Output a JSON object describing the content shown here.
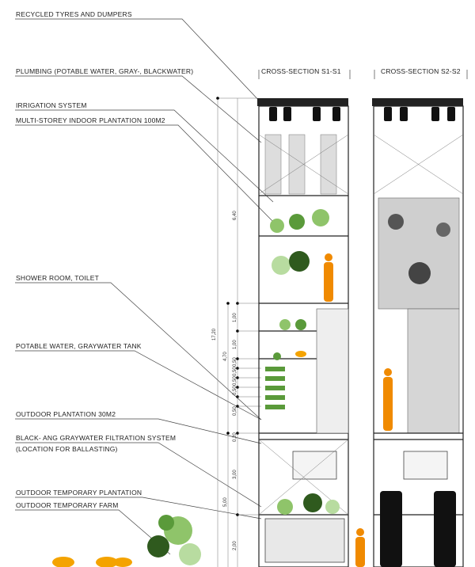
{
  "labels": [
    "RECYCLED TYRES AND DUMPERS",
    "PLUMBING (POTABLE WATER, GRAY-, BLACKWATER)",
    "IRRIGATION SYSTEM",
    "MULTI-STOREY INDOOR PLANTATION 100M2",
    "SHOWER ROOM, TOILET",
    "POTABLE WATER, GRAYWATER TANK",
    "OUTDOOR PLANTATION 30M2",
    "BLACK- ANG GRAYWATER FILTRATION SYSTEM",
    "(LOCATION FOR BALLASTING)",
    "OUTDOOR TEMPORARY PLANTATION",
    "OUTDOOR TEMPORARY FARM"
  ],
  "sections": [
    "CROSS-SECTION S1-S1",
    "CROSS-SECTION S2-S2"
  ],
  "dimensions": {
    "total": "17,20",
    "upper": "6,40",
    "middle": "4,70",
    "lower": "5,00",
    "segments": [
      "1,00",
      "1,00",
      "0,50",
      "0,50",
      "0,50",
      "0,50",
      "0,50",
      "0,20",
      "3,00",
      "2,00"
    ]
  },
  "colors": {
    "plant_light": "#8fc46a",
    "plant_dark": "#2f5a1e",
    "person": "#f08a00",
    "tank": "#f4a300"
  }
}
